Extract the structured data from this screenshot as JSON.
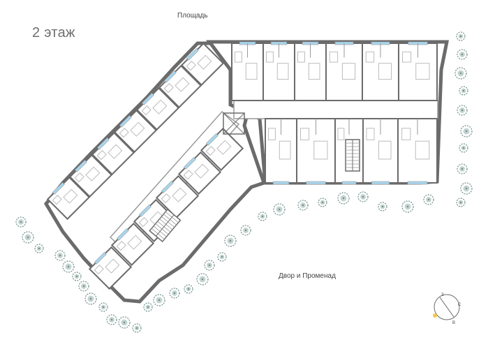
{
  "plan": {
    "floor_title": "2 этаж",
    "label_square": "Площадь",
    "label_yard": "Двор и Променад"
  },
  "compass": {
    "letters": [
      "З",
      "С",
      "В"
    ],
    "accent_color": "#f2c94c"
  },
  "colors": {
    "wall": "#6b6b6b",
    "wall_light": "#9a9a9a",
    "floor": "#ffffff",
    "window": "#a9d6ee",
    "tree": "#6e8f8a",
    "tree_light": "#a9bfbb",
    "furniture": "#bcbcbc"
  },
  "icons": [
    "tree-icon",
    "compass-icon",
    "staircase-icon",
    "elevator-icon"
  ]
}
